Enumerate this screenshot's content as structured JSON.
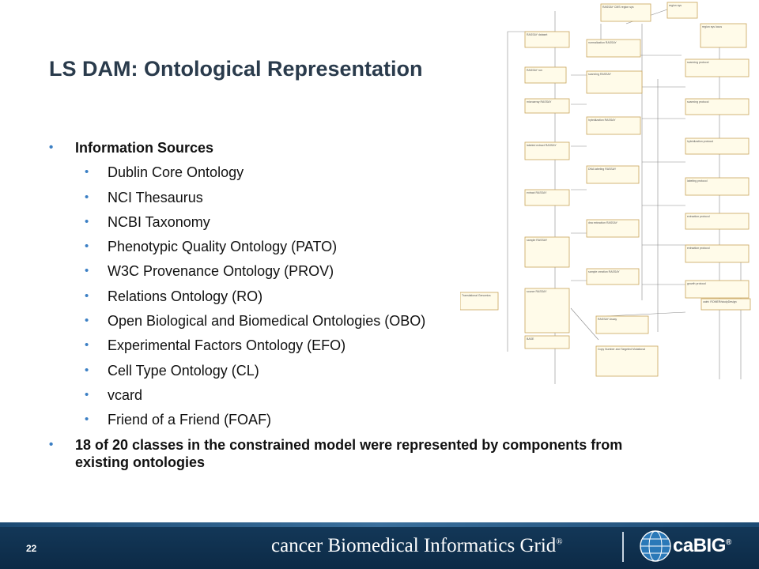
{
  "slide": {
    "title": "LS DAM:  Ontological Representation",
    "page_number": "22"
  },
  "bullets": {
    "heading": "Information Sources",
    "sources": [
      "Dublin Core Ontology",
      "NCI Thesaurus",
      "NCBI Taxonomy",
      "Phenotypic Quality Ontology (PATO)",
      "W3C Provenance Ontology (PROV)",
      "Relations Ontology (RO)",
      "Open Biological and Biomedical Ontologies (OBO)",
      "Experimental Factors Ontology (EFO)",
      "Cell Type Ontology (CL)",
      "vcard",
      "Friend of a Friend (FOAF)"
    ],
    "summary": "18 of 20 classes in the constrained model were represented by components from existing ontologies"
  },
  "footer": {
    "brand": "cancer Biomedical Informatics Grid",
    "brand_mark": "®",
    "logo_text": "caBIG",
    "logo_mark": "®"
  },
  "colors": {
    "title": "#2a3b4c",
    "bullet_marker": "#3b7fc4",
    "footer_background": "#0c2a46",
    "diagram_box_border": "#c9a55a",
    "diagram_box_fill": "#fffbe9"
  },
  "diagram_image": "ontology-class-diagram"
}
